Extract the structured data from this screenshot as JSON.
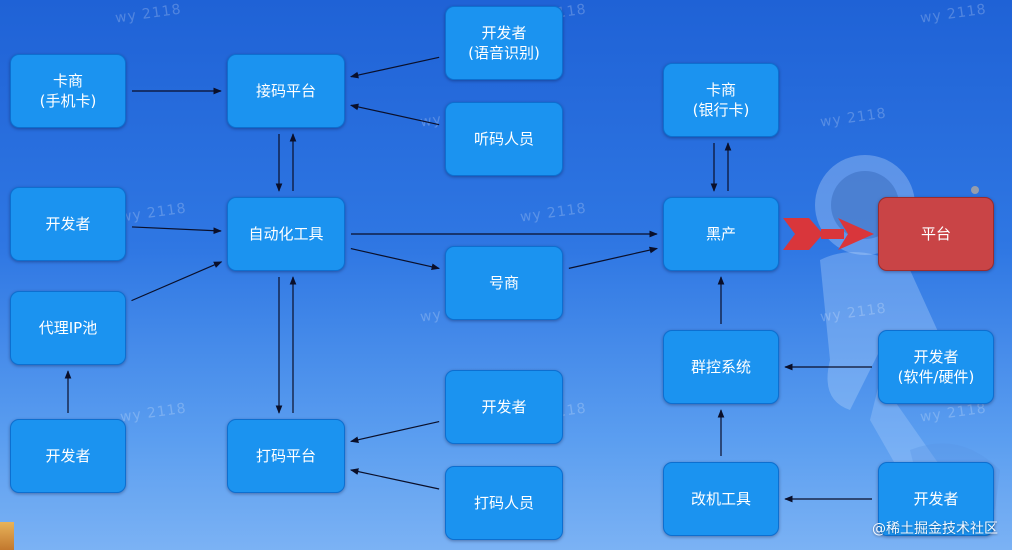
{
  "nodes": {
    "card_merchant_sim": {
      "lines": [
        "卡商",
        "(手机卡)"
      ]
    },
    "sms_platform": {
      "lines": [
        "接码平台"
      ]
    },
    "developer_voice": {
      "lines": [
        "开发者",
        "(语音识别)"
      ]
    },
    "sms_listener": {
      "lines": [
        "听码人员"
      ]
    },
    "developer_1": {
      "lines": [
        "开发者"
      ]
    },
    "automation_tool": {
      "lines": [
        "自动化工具"
      ]
    },
    "account_dealer": {
      "lines": [
        "号商"
      ]
    },
    "proxy_ip_pool": {
      "lines": [
        "代理IP池"
      ]
    },
    "developer_2": {
      "lines": [
        "开发者"
      ]
    },
    "captcha_platform": {
      "lines": [
        "打码平台"
      ]
    },
    "developer_3": {
      "lines": [
        "开发者"
      ]
    },
    "captcha_worker": {
      "lines": [
        "打码人员"
      ]
    },
    "card_merchant_bank": {
      "lines": [
        "卡商",
        "(银行卡)"
      ]
    },
    "black_market": {
      "lines": [
        "黑产"
      ]
    },
    "platform": {
      "lines": [
        "平台"
      ]
    },
    "group_control": {
      "lines": [
        "群控系统"
      ]
    },
    "developer_hw": {
      "lines": [
        "开发者",
        "(软件/硬件)"
      ]
    },
    "device_mod_tool": {
      "lines": [
        "改机工具"
      ]
    },
    "developer_4": {
      "lines": [
        "开发者"
      ]
    }
  },
  "edges": [
    {
      "from": "card_merchant_sim",
      "to": "sms_platform"
    },
    {
      "from": "developer_voice",
      "to": "sms_platform"
    },
    {
      "from": "sms_listener",
      "to": "sms_platform"
    },
    {
      "from": "sms_platform",
      "to": "automation_tool"
    },
    {
      "from": "automation_tool",
      "to": "sms_platform"
    },
    {
      "from": "developer_1",
      "to": "automation_tool"
    },
    {
      "from": "proxy_ip_pool",
      "to": "automation_tool"
    },
    {
      "from": "developer_2",
      "to": "proxy_ip_pool"
    },
    {
      "from": "automation_tool",
      "to": "captcha_platform"
    },
    {
      "from": "captcha_platform",
      "to": "automation_tool"
    },
    {
      "from": "developer_3",
      "to": "captcha_platform"
    },
    {
      "from": "captcha_worker",
      "to": "captcha_platform"
    },
    {
      "from": "automation_tool",
      "to": "black_market"
    },
    {
      "from": "automation_tool",
      "to": "account_dealer"
    },
    {
      "from": "account_dealer",
      "to": "black_market"
    },
    {
      "from": "card_merchant_bank",
      "to": "black_market"
    },
    {
      "from": "black_market",
      "to": "card_merchant_bank"
    },
    {
      "from": "black_market",
      "to": "platform",
      "style": "attack"
    },
    {
      "from": "group_control",
      "to": "black_market"
    },
    {
      "from": "developer_hw",
      "to": "group_control"
    },
    {
      "from": "device_mod_tool",
      "to": "group_control"
    },
    {
      "from": "developer_4",
      "to": "device_mod_tool"
    }
  ],
  "colors": {
    "node": "#1b93f0",
    "platform": "#c94446",
    "attack_arrow": "#d9363b",
    "edge": "#0a0f2a"
  },
  "watermark": "wy 2118",
  "credit": "@稀土掘金技术社区"
}
